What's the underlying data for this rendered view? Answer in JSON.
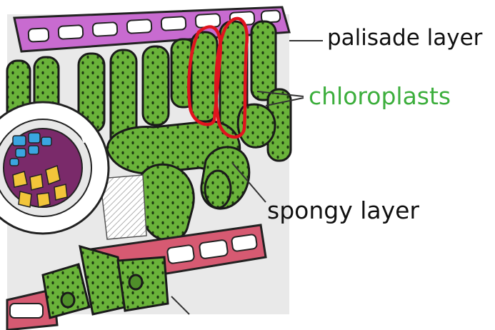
{
  "labels": {
    "palisade": "palisade layer",
    "chloroplasts": "chloroplasts",
    "spongy": "spongy layer"
  },
  "colors": {
    "cell_green": "#6ab33a",
    "cell_green_dark": "#4f8f2a",
    "upper_epidermis": "#c86bd0",
    "lower_epidermis": "#d65a72",
    "chloroplast_label": "#3cae3c",
    "highlight": "#e0141e",
    "xylem_blue": "#3aa5e0",
    "phloem_yellow": "#f2c53a",
    "bundle_purple": "#7a2a6a"
  }
}
